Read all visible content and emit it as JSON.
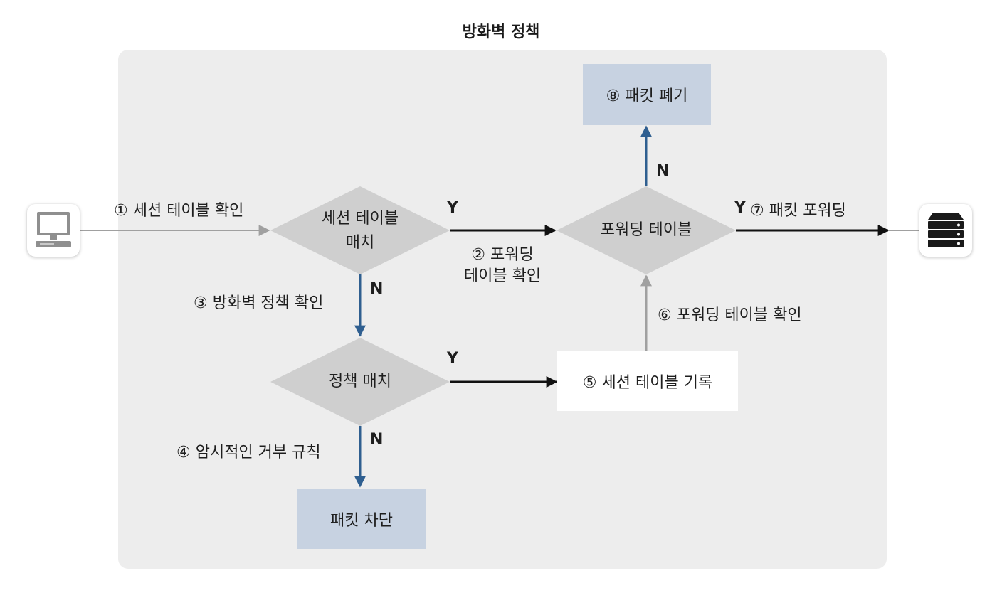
{
  "title": "방화벽 정책",
  "nodes": {
    "session_match": {
      "line1": "세션 테이블",
      "line2": "매치"
    },
    "policy_match": "정책 매치",
    "forwarding_table": "포워딩 테이블",
    "packet_discard": "⑧ 패킷 폐기",
    "packet_block": "패킷 차단",
    "session_record": "⑤ 세션 테이블 기록"
  },
  "labels": {
    "step1": "① 세션 테이블 확인",
    "step2_line1": "② 포워딩",
    "step2_line2": "테이블 확인",
    "step3": "③ 방화벽 정책 확인",
    "step4": "④ 암시적인 거부 규칙",
    "step6": "⑥ 포워딩 테이블 확인",
    "step7": "⑦ 패킷 포워딩"
  },
  "branches": {
    "session_yes": "Y",
    "session_no": "N",
    "policy_yes": "Y",
    "policy_no": "N",
    "forward_yes": "Y",
    "forward_no": "N"
  },
  "icons": {
    "source": "computer-icon",
    "destination": "server-icon"
  },
  "colors": {
    "panel": "#ededed",
    "diamond": "#cfcfcf",
    "blue_box": "#c7d2e1",
    "blue_arrow": "#2f5f90",
    "gray_arrow": "#a0a0a0",
    "black_arrow": "#111111"
  }
}
